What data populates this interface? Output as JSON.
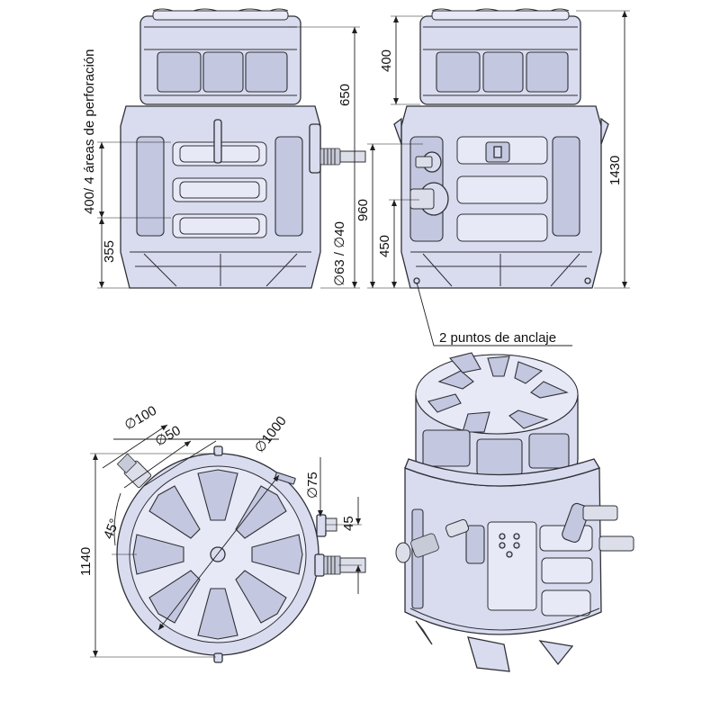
{
  "front_view": {
    "dim_perforation": "400/ 4 áreas de perforación",
    "dim_355": "355",
    "dim_650": "650",
    "dim_inlet": "∅63 / ∅40"
  },
  "side_view": {
    "dim_400": "400",
    "dim_960": "960",
    "dim_450": "450",
    "dim_1430": "1430",
    "anchor_label": "2 puntos de anclaje"
  },
  "top_view": {
    "dim_100": "∅100",
    "dim_50": "∅50",
    "dim_1000": "∅1000",
    "dim_75": "∅75",
    "dim_45deg": "45°",
    "dim_45": "45",
    "dim_1140": "1140"
  }
}
